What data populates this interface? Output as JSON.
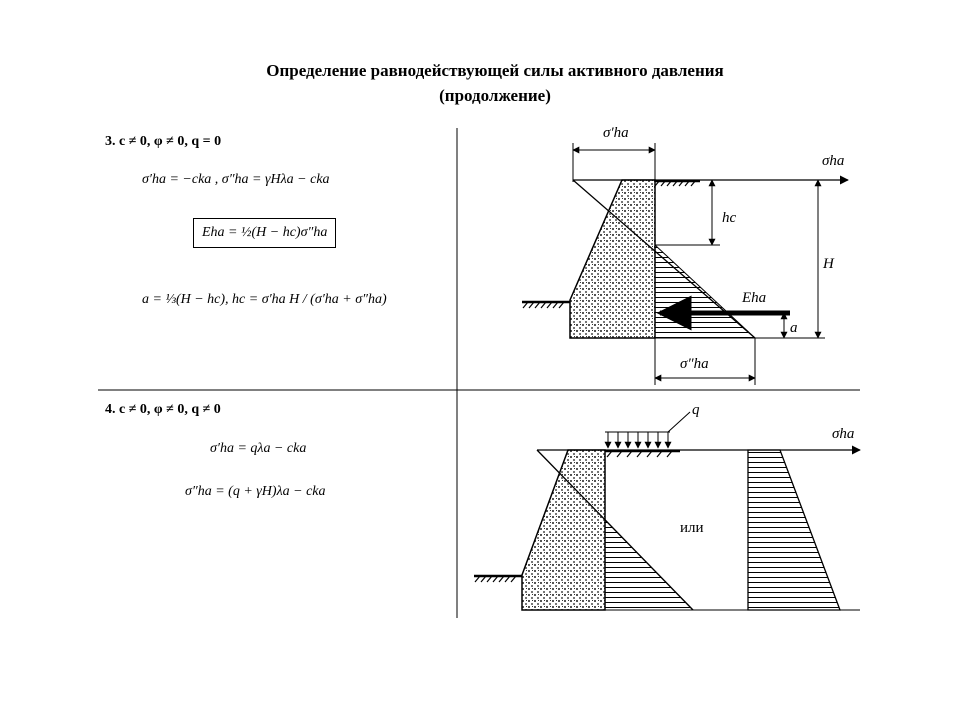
{
  "title": {
    "line1": "Определение равнодействующей силы активного давления",
    "line2": "(продолжение)"
  },
  "case3": {
    "heading": "3. c ≠ 0, φ ≠ 0, q = 0",
    "formula_sigma": "σ′ha = −cka ,    σ″ha = γHλa − cka",
    "formula_E": "Eha = ½(H − hc)σ″ha",
    "formula_a_hc": "a = ⅓(H − hc),   hc = σ′ha H / (σ′ha + σ″ha)"
  },
  "case4": {
    "heading": "4. c ≠ 0, φ ≠ 0, q ≠ 0",
    "formula_sigma1": "σ′ha = qλa − cka",
    "formula_sigma2": "σ″ha = (q + γH)λa − cka"
  },
  "diagram_top": {
    "label_sigma_prime": "σ′ha",
    "label_sigma_axis": "σha",
    "label_hc": "hc",
    "label_H": "H",
    "label_E": "Eha",
    "label_a": "a",
    "label_sigma_double": "σ″ha"
  },
  "diagram_bottom": {
    "label_q": "q",
    "label_sigma_axis": "σha",
    "label_or": "или"
  }
}
